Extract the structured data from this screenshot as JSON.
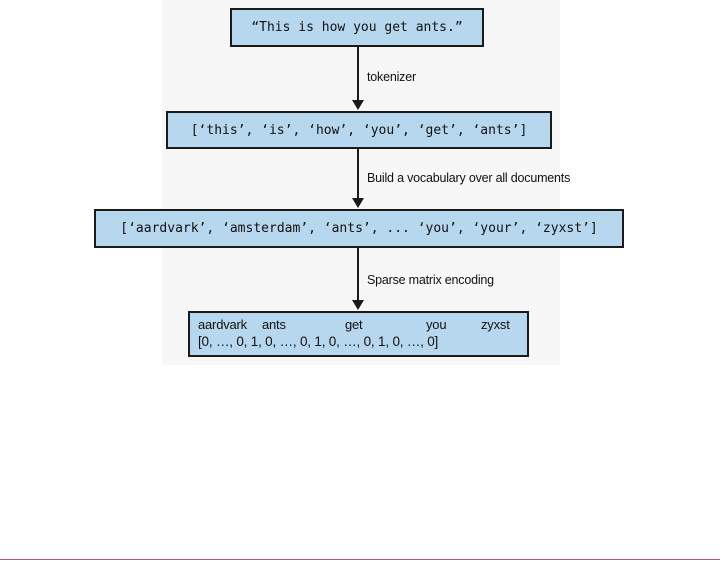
{
  "steps": {
    "input": "“This is how you get ants.”",
    "tokens": "[‘this’, ‘is’, ‘how’, ‘you’, ‘get’, ‘ants’]",
    "vocabulary": "[‘aardvark’, ‘amsterdam’, ‘ants’, ... ‘you’, ‘your’, ‘zyxst’]",
    "encoding": {
      "words": [
        "aardvark",
        "ants",
        "get",
        "you",
        "zyxst"
      ],
      "vector": "[0, …, 0, 1, 0, …, 0, 1, 0, …, 0, 1, 0, …, 0]"
    }
  },
  "edges": {
    "tokenizer": "tokenizer",
    "vocabulary": "Build a vocabulary over all documents",
    "encoding": "Sparse matrix encoding"
  },
  "colors": {
    "box_fill": "#b7d7ee",
    "box_border": "#1a1a1a",
    "arrow": "#1a1a1a",
    "bottom_rule": "#c84a7a"
  }
}
